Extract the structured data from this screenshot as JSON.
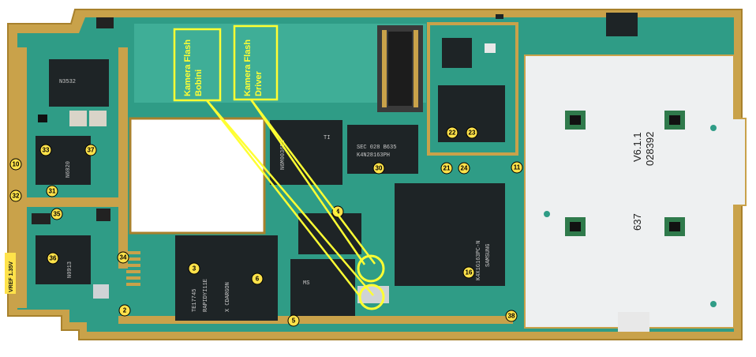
{
  "annotations": {
    "camera_flash_coil": "Kamera Flash Bobini",
    "camera_flash_driver": "Kamera Flash Driver",
    "annotation_color": "#ffff33"
  },
  "board_markings": {
    "version": "V6.1.1",
    "serial": "028392",
    "code": "637",
    "voltage_label": "VREF 1.35V"
  },
  "chip_markings": {
    "samsung": "SAMSUNG",
    "samsung_code": "K4X1G163PC-N",
    "sec": "SEC 028 B635",
    "sec_code": "K4N28163PH",
    "ti": "TI",
    "ti_code": "N6M0036E1",
    "rapid": "RAPIDYI11E",
    "rapid_code": "TE17745",
    "rapid_sub": "X CDARGON",
    "ms": "MS",
    "left_chip": "N3532",
    "pmu_chip": "N6020",
    "lower_chip": "N0913"
  },
  "test_points": [
    "2",
    "3",
    "4",
    "5",
    "6",
    "10",
    "11",
    "16",
    "21",
    "22",
    "23",
    "24",
    "30",
    "31",
    "32",
    "33",
    "34",
    "35",
    "36",
    "37",
    "38"
  ],
  "colors": {
    "board": "#2f9c86",
    "board_light": "#3fae97",
    "gold": "#c9a24a",
    "gold_dark": "#a8812c",
    "chip": "#1e2426",
    "shield": "#eef0f1"
  }
}
